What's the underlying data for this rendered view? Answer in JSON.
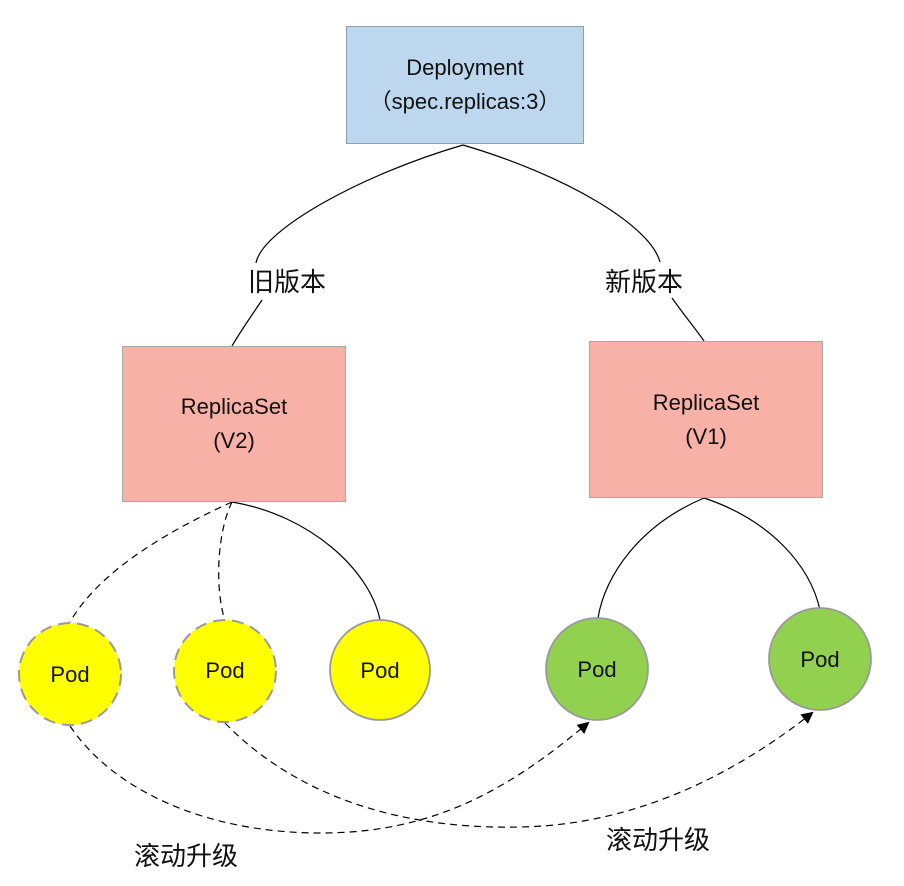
{
  "deployment": {
    "name": "Deployment",
    "spec": "（spec.replicas:3）"
  },
  "replicaset_old": {
    "name": "ReplicaSet",
    "version": "(V2)"
  },
  "replicaset_new": {
    "name": "ReplicaSet",
    "version": "(V1)"
  },
  "labels": {
    "old_version": "旧版本",
    "new_version": "新版本",
    "rolling_upgrade_1": "滚动升级",
    "rolling_upgrade_2": "滚动升级"
  },
  "pods": [
    {
      "label": "Pod",
      "color": "#ffff00",
      "border": "dashed",
      "group": "old"
    },
    {
      "label": "Pod",
      "color": "#ffff00",
      "border": "dashed",
      "group": "old"
    },
    {
      "label": "Pod",
      "color": "#ffff00",
      "border": "solid",
      "group": "old"
    },
    {
      "label": "Pod",
      "color": "#92d050",
      "border": "solid",
      "group": "new"
    },
    {
      "label": "Pod",
      "color": "#92d050",
      "border": "solid",
      "group": "new"
    }
  ],
  "colors": {
    "deployment_fill": "#bdd7ee",
    "replicaset_fill": "#f8b1a6",
    "old_pod_fill": "#ffff00",
    "new_pod_fill": "#92d050"
  }
}
